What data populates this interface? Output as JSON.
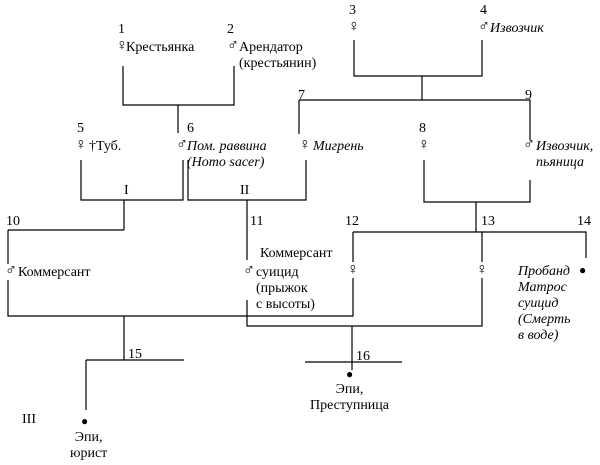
{
  "pedigree": {
    "generations": [
      "I",
      "II",
      "III"
    ],
    "people": [
      {
        "number": "1",
        "symbol": "♀",
        "label": "Крестьянка"
      },
      {
        "number": "2",
        "symbol": "♂",
        "label": "Арендатор\n(крестьянин)"
      },
      {
        "number": "3",
        "symbol": "♀",
        "label": ""
      },
      {
        "number": "4",
        "symbol": "♂",
        "label": "Извозчик"
      },
      {
        "number": "5",
        "symbol": "♀",
        "label": "†Туб."
      },
      {
        "number": "6",
        "symbol": "♂",
        "label": "Пом. раввина\n(Homo sacer)"
      },
      {
        "number": "7",
        "symbol": "♀",
        "label": "Мигрень"
      },
      {
        "number": "8",
        "symbol": "♀",
        "label": ""
      },
      {
        "number": "9",
        "symbol": "♂",
        "label": "Извозчик,\nпьяница"
      },
      {
        "number": "10",
        "symbol": "♂",
        "label": "Коммерсант"
      },
      {
        "number": "11",
        "symbol": "♂",
        "label_top": "Коммерсант",
        "label": "суицид\n(прыжок\nс высоты)"
      },
      {
        "number": "12",
        "symbol": "♀",
        "label": ""
      },
      {
        "number": "13",
        "symbol": "♀",
        "label": ""
      },
      {
        "number": "14",
        "symbol": "●",
        "label": "Пробанд\nМатрос\nсуицид\n(Смерть\nв воде)"
      },
      {
        "number": "15",
        "symbol": "●",
        "label": "Эпи,\nюрист"
      },
      {
        "number": "16",
        "symbol": "●",
        "label": "Эпи,\nПреступница"
      }
    ]
  }
}
